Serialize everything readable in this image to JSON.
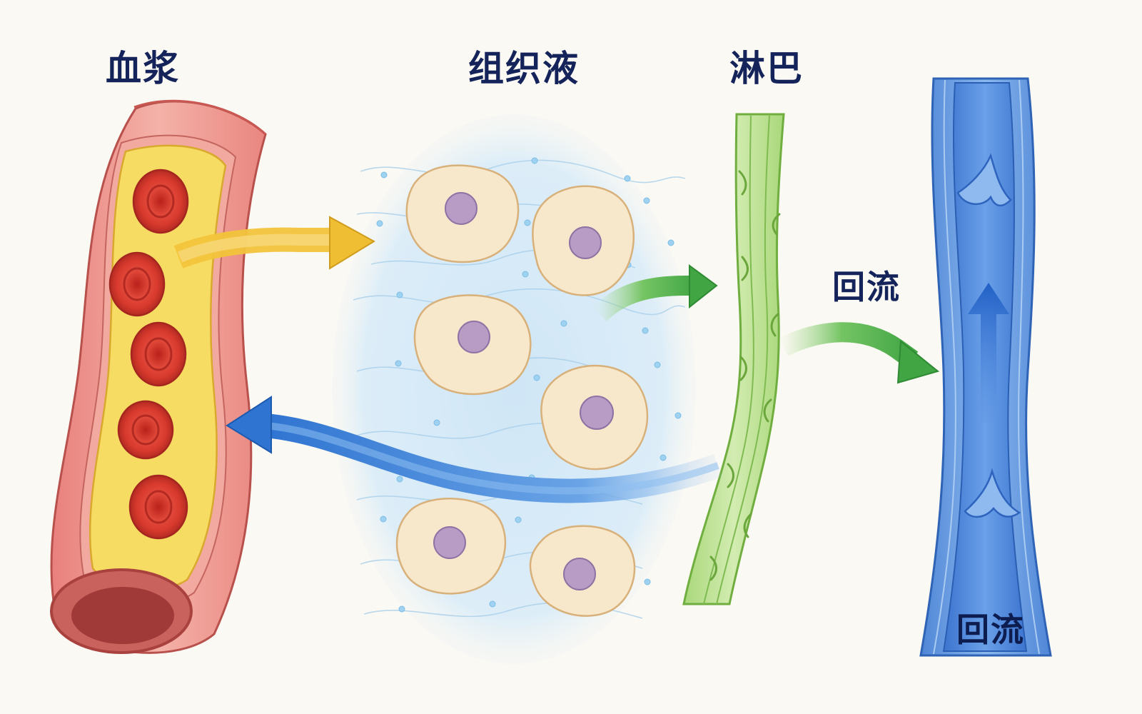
{
  "labels": {
    "plasma": "血浆",
    "tissue_fluid": "组织液",
    "lymph": "淋巴",
    "return_flow": "回流",
    "return_flow_vein": "回流"
  },
  "colors": {
    "background": "#fbf9f3",
    "label_text": "#14245a",
    "vessel_wall": "#e98a86",
    "plasma_fill": "#f7dc63",
    "red_cell": "#d8392c",
    "tissue_fluid": "#d8ecf7",
    "tissue_cell": "#f7e8cc",
    "cell_nucleus": "#b89cc6",
    "lymph_vessel": "#b8e08e",
    "vein": "#5f93df",
    "arrow_plasma_to_tissue": "#f2c43b",
    "arrow_tissue_to_plasma": "#3f86d9",
    "arrow_tissue_to_lymph": "#4fae4c",
    "arrow_lymph_to_vein": "#4fae4c"
  },
  "flows": [
    {
      "from": "plasma",
      "to": "tissue_fluid",
      "color": "yellow"
    },
    {
      "from": "tissue_fluid",
      "to": "plasma",
      "color": "blue"
    },
    {
      "from": "tissue_fluid",
      "to": "lymph",
      "color": "green"
    },
    {
      "from": "lymph",
      "to": "vein",
      "color": "green"
    }
  ]
}
